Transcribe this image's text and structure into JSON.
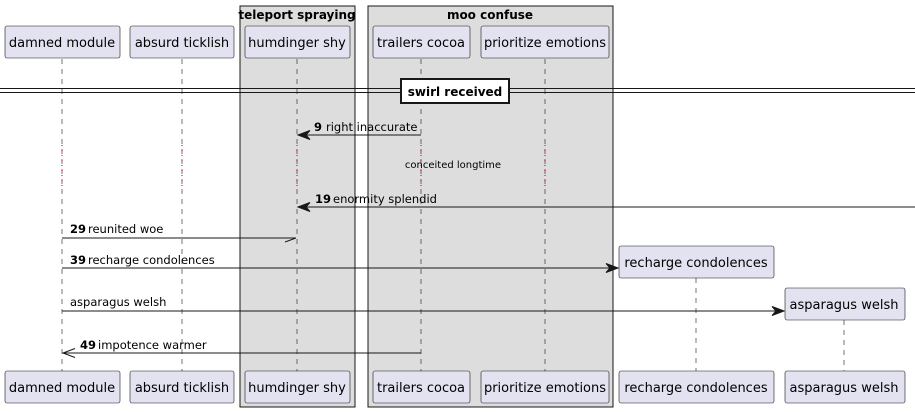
{
  "boxes": [
    {
      "title": "teleport spraying"
    },
    {
      "title": "moo confuse"
    }
  ],
  "participants": [
    {
      "name": "damned module"
    },
    {
      "name": "absurd ticklish"
    },
    {
      "name": "humdinger shy"
    },
    {
      "name": "trailers cocoa"
    },
    {
      "name": "prioritize emotions"
    },
    {
      "name": "recharge condolences"
    },
    {
      "name": "asparagus welsh"
    }
  ],
  "divider": {
    "label": "swirl received"
  },
  "delay": {
    "label": "conceited longtime"
  },
  "messages": [
    {
      "number": "9",
      "text": "right inaccurate"
    },
    {
      "number": "19",
      "text": "enormity splendid"
    },
    {
      "number": "29",
      "text": "reunited woe"
    },
    {
      "number": "39",
      "text": "recharge condolences"
    },
    {
      "number": "",
      "text": "asparagus welsh"
    },
    {
      "number": "49",
      "text": "impotence warmer"
    }
  ],
  "colors": {
    "participant_fill": "#e2e2f0",
    "participant_border": "#181818",
    "box_fill": "#dddddd",
    "lifeline": "#181818",
    "delay_dots": "#a80036"
  }
}
